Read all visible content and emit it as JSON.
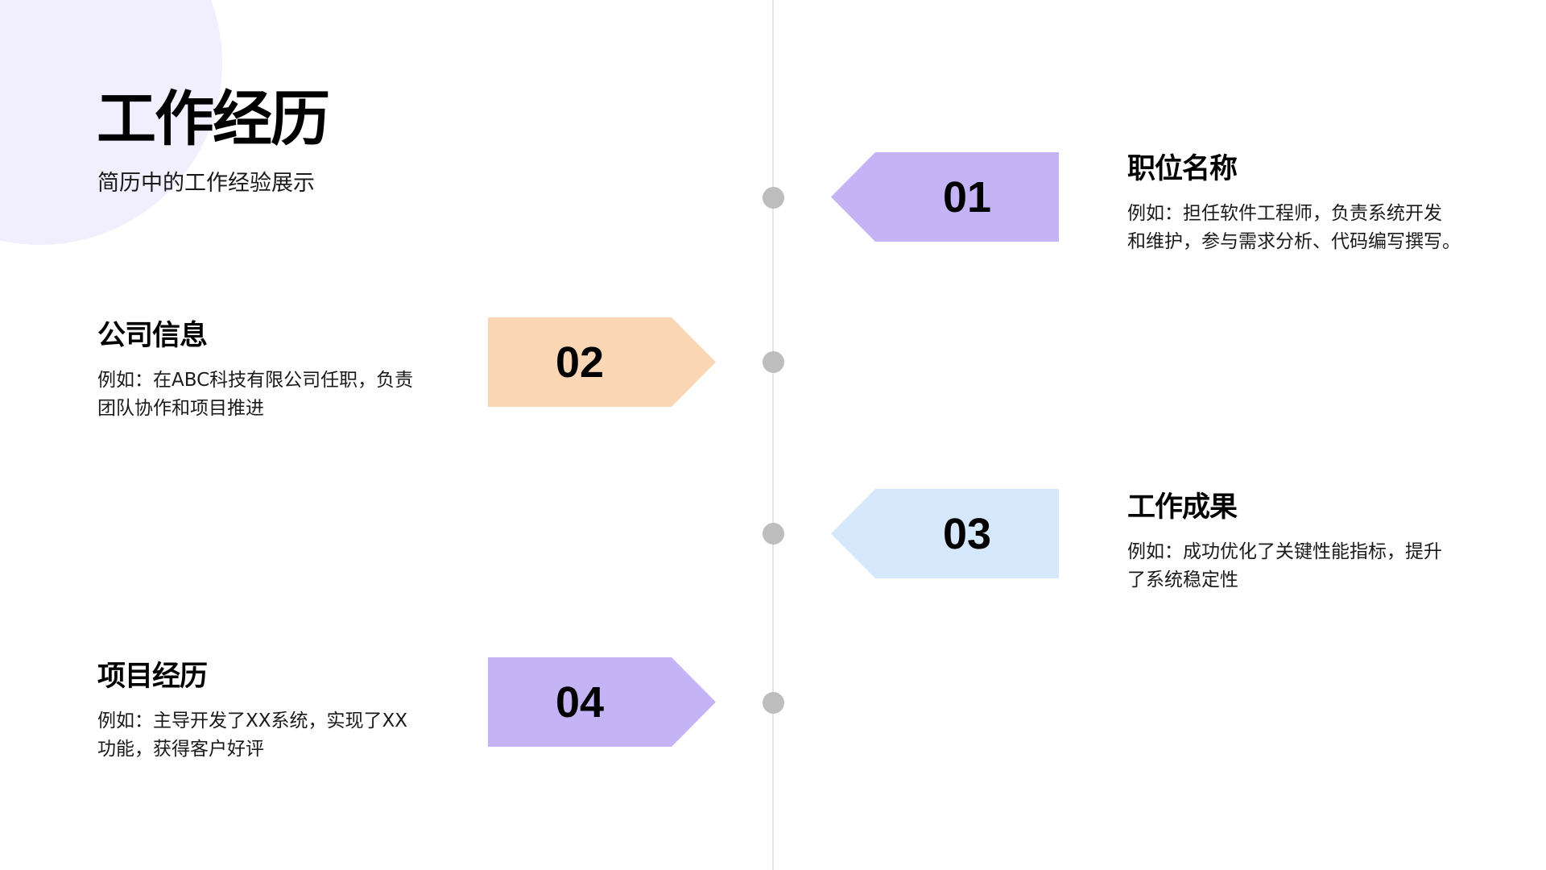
{
  "header": {
    "title": "工作经历",
    "subtitle": "简历中的工作经验展示"
  },
  "colors": {
    "decor_circle": "#F1EEFD",
    "timeline_line": "#E4E4E4",
    "timeline_dot": "#BDBDBD",
    "purple": "#C5B4F5",
    "peach": "#FAD6B4",
    "light_blue": "#D6E8FC"
  },
  "items": [
    {
      "number": "01",
      "heading": "职位名称",
      "body_lines": [
        "例如：担任软件工程师，负责系统开发",
        "和维护，参与需求分析、代码编写撰写。"
      ],
      "side": "right",
      "color": "#C5B4F5"
    },
    {
      "number": "02",
      "heading": "公司信息",
      "body_lines": [
        "例如：在ABC科技有限公司任职，负责",
        "团队协作和项目推进"
      ],
      "side": "left",
      "color": "#FAD6B4"
    },
    {
      "number": "03",
      "heading": "工作成果",
      "body_lines": [
        "例如：成功优化了关键性能指标，提升",
        "了系统稳定性"
      ],
      "side": "right",
      "color": "#D6E8FC"
    },
    {
      "number": "04",
      "heading": "项目经历",
      "body_lines": [
        "例如：主导开发了XX系统，实现了XX",
        "功能，获得客户好评"
      ],
      "side": "left",
      "color": "#C5B4F5"
    }
  ]
}
